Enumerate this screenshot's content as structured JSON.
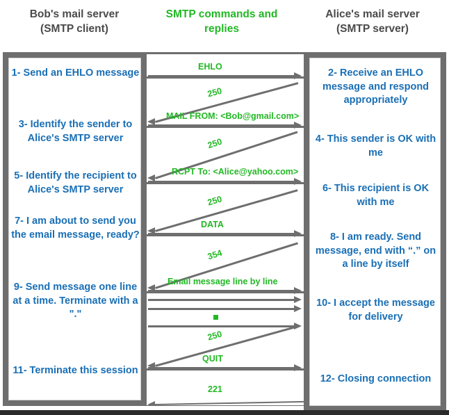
{
  "diagram": {
    "title_left": "Bob's mail server\n(SMTP client)",
    "headers": {
      "left_line1": "Bob's mail server",
      "left_line2": "(SMTP client)",
      "middle_line1": "SMTP commands and",
      "middle_line2": "replies",
      "right_line1": "Alice's mail server",
      "right_line2": "(SMTP server)"
    },
    "colors": {
      "command_green": "#22b824",
      "step_blue": "#1a6fb5",
      "arrow_gray": "#6e6e6e",
      "header_gray": "#4a4a4a"
    }
  },
  "client_steps": [
    {
      "id": "step-1",
      "text": "1- Send an EHLO message"
    },
    {
      "id": "step-3",
      "text": "3- Identify the sender to Alice's SMTP server"
    },
    {
      "id": "step-5",
      "text": "5- Identify the recipient to Alice's SMTP server"
    },
    {
      "id": "step-7",
      "text": "7- I am about to send you the email message, ready?"
    },
    {
      "id": "step-9",
      "text": "9- Send message one line at a time. Terminate with a \".\""
    },
    {
      "id": "step-11",
      "text": "11- Terminate this session"
    }
  ],
  "server_steps": [
    {
      "id": "step-2",
      "text": "2- Receive an EHLO message and respond appropriately"
    },
    {
      "id": "step-4",
      "text": "4- This sender is OK with me"
    },
    {
      "id": "step-6",
      "text": "6- This recipient is OK with me"
    },
    {
      "id": "step-8",
      "text": "8-  I am ready. Send message, end with “.” on a line by itself"
    },
    {
      "id": "step-10",
      "text": "10-  I accept the message for delivery"
    },
    {
      "id": "step-12",
      "text": "12-  Closing connection"
    }
  ],
  "messages": [
    {
      "id": "msg-ehlo",
      "label": "EHLO",
      "direction": "client-to-server",
      "style": "horizontal"
    },
    {
      "id": "msg-250-a",
      "label": "250",
      "direction": "server-to-client",
      "style": "diagonal"
    },
    {
      "id": "msg-mailfrom",
      "label": "MAIL FROM: <Bob@gmail.com>",
      "direction": "client-to-server",
      "style": "horizontal"
    },
    {
      "id": "msg-250-b",
      "label": "250",
      "direction": "server-to-client",
      "style": "diagonal"
    },
    {
      "id": "msg-rcptto",
      "label": "RCPT To: <Alice@yahoo.com>",
      "direction": "client-to-server",
      "style": "horizontal"
    },
    {
      "id": "msg-250-c",
      "label": "250",
      "direction": "server-to-client",
      "style": "diagonal"
    },
    {
      "id": "msg-data",
      "label": "DATA",
      "direction": "client-to-server",
      "style": "horizontal"
    },
    {
      "id": "msg-354",
      "label": "354",
      "direction": "server-to-client",
      "style": "diagonal"
    },
    {
      "id": "msg-emaillines",
      "label": "Email message line by line",
      "direction": "client-to-server",
      "style": "horizontal"
    },
    {
      "id": "msg-line-2",
      "label": "",
      "direction": "client-to-server",
      "style": "horizontal"
    },
    {
      "id": "msg-line-3",
      "label": "",
      "direction": "client-to-server",
      "style": "horizontal"
    },
    {
      "id": "msg-dot",
      "label": "",
      "direction": "client-to-server",
      "style": "horizontal"
    },
    {
      "id": "msg-250-d",
      "label": "250",
      "direction": "server-to-client",
      "style": "diagonal"
    },
    {
      "id": "msg-quit",
      "label": "QUIT",
      "direction": "client-to-server",
      "style": "horizontal"
    },
    {
      "id": "msg-221",
      "label": "221",
      "direction": "server-to-client",
      "style": "near-horizontal"
    }
  ]
}
